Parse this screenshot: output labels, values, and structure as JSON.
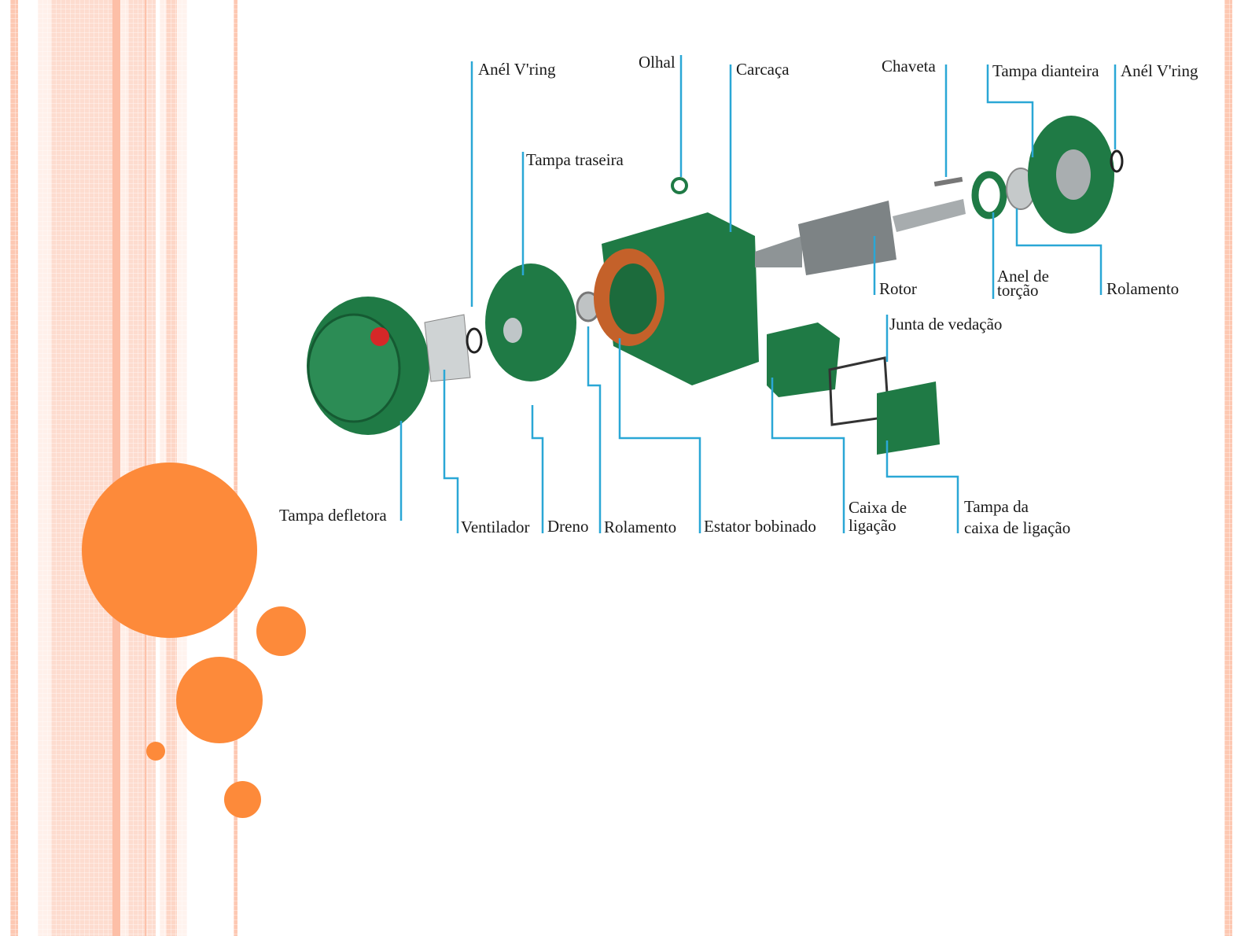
{
  "diagram": {
    "labels": {
      "anel_vring_left": "Anél V'ring",
      "olhal": "Olhal",
      "carcaca": "Carcaça",
      "chaveta": "Chaveta",
      "tampa_dianteira": "Tampa dianteira",
      "anel_vring_right": "Anél V'ring",
      "tampa_traseira": "Tampa traseira",
      "rotor": "Rotor",
      "anel_torcao_1": "Anel de",
      "anel_torcao_2": "torção",
      "rolamento_right": "Rolamento",
      "junta_vedacao": "Junta de vedação",
      "tampa_defletora": "Tampa defletora",
      "ventilador": "Ventilador",
      "dreno": "Dreno",
      "rolamento_left": "Rolamento",
      "estator": "Estator bobinado",
      "caixa_ligacao_1": "Caixa de",
      "caixa_ligacao_2": "ligação",
      "tampa_caixa_1": "Tampa da",
      "tampa_caixa_2": "caixa de ligação"
    },
    "colors": {
      "leader": "#2aa7d6",
      "motor": "#1f7a45",
      "accent": "#fd8a3a"
    }
  }
}
